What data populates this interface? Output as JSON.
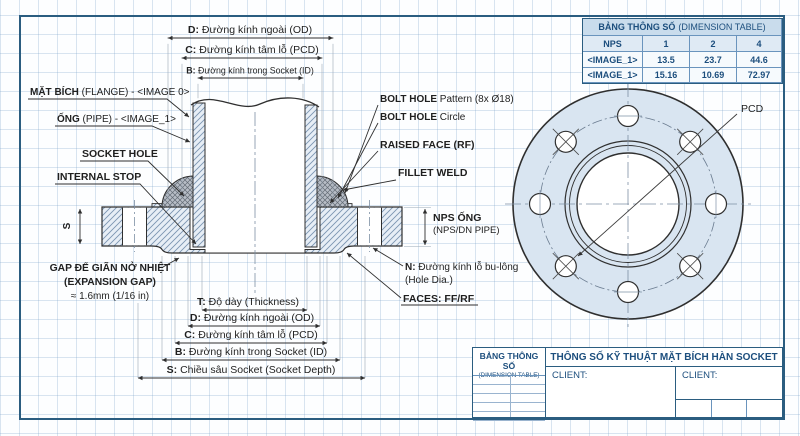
{
  "drawing": {
    "kind": "socket weld flange technical drawing",
    "colors": {
      "frame_border": "#2b5d80",
      "navy_text": "#1c4e7d",
      "grid_line": "#c6d8ea",
      "flange_fill": "#d9e5f1",
      "hatch_fill": "#e7eef6",
      "hatch_line": "#7b94b1",
      "weld_fill": "#b7bdc6",
      "line": "#2f2f2f"
    }
  },
  "labels": {
    "flange": {
      "bold": "MẶT BÍCH",
      "rest": " (FLANGE) - <IMAGE 0>"
    },
    "pipe": {
      "bold": "ỐNG",
      "rest": " (PIPE) - <IMAGE_1>"
    },
    "socket_hole": "SOCKET HOLE",
    "internal_stop": "INTERNAL STOP",
    "gap_line1": "GAP ĐỂ GIÃN NỞ NHIỆT",
    "gap_line2": "(EXPANSION GAP)",
    "gap_line3": "≈ 1.6mm (1/16 in)",
    "bolt_pattern": {
      "bold": "BOLT HOLE",
      "rest": " Pattern (8x Ø18)"
    },
    "bolt_circle": {
      "bold": "BOLT HOLE",
      "rest": " Circle"
    },
    "raised_face": "RAISED FACE (RF)",
    "fillet_weld": "FILLET WELD",
    "nps_line1": "NPS ỐNG",
    "nps_line2": "(NPS/DN PIPE)",
    "hole_dia": {
      "bold": "N:",
      "rest": " Đường kính lỗ bu-lông"
    },
    "hole_dia2": "(Hole Dia.)",
    "faces": "FACES: FF/RF",
    "pcd": "PCD",
    "s_vertical": "S"
  },
  "dims": {
    "top_d": {
      "bold": "D:",
      "rest": " Đường kính ngoài (OD)"
    },
    "top_c": {
      "bold": "C:",
      "rest": " Đường kính tâm lỗ (PCD)"
    },
    "top_b": {
      "bold": "B:",
      "rest": " Đường kính trong Socket (ID)"
    },
    "bot_t": {
      "bold": "T:",
      "rest": " Độ dày (Thickness)"
    },
    "bot_d": {
      "bold": "D:",
      "rest": " Đường kính ngoài (OD)"
    },
    "bot_c": {
      "bold": "C:",
      "rest": " Đường kính tâm lỗ (PCD)"
    },
    "bot_b": {
      "bold": "B:",
      "rest": " Đường kính trong Socket (ID)"
    },
    "bot_s": {
      "bold": "S:",
      "rest": " Chiều sâu Socket (Socket Depth)"
    }
  },
  "dimension_table": {
    "title_bold": "BẢNG THÔNG SỐ",
    "title_rest": "(DIMENSION TABLE)",
    "header": [
      "NPS",
      "1",
      "2",
      "4"
    ],
    "rows": [
      [
        "<IMAGE_1>",
        "13.5",
        "23.7",
        "44.6"
      ],
      [
        "<IMAGE_1>",
        "15.16",
        "10.69",
        "72.97"
      ]
    ]
  },
  "title_block": {
    "table_label": "BẢNG THÔNG SỐ",
    "table_label_sub": "(DIMENSION TABLE)",
    "title": "THÔNG SỐ KỸ THUẬT MẶT BÍCH HÀN SOCKET",
    "client_left": "CLIENT:",
    "client_right": "CLIENT:"
  }
}
